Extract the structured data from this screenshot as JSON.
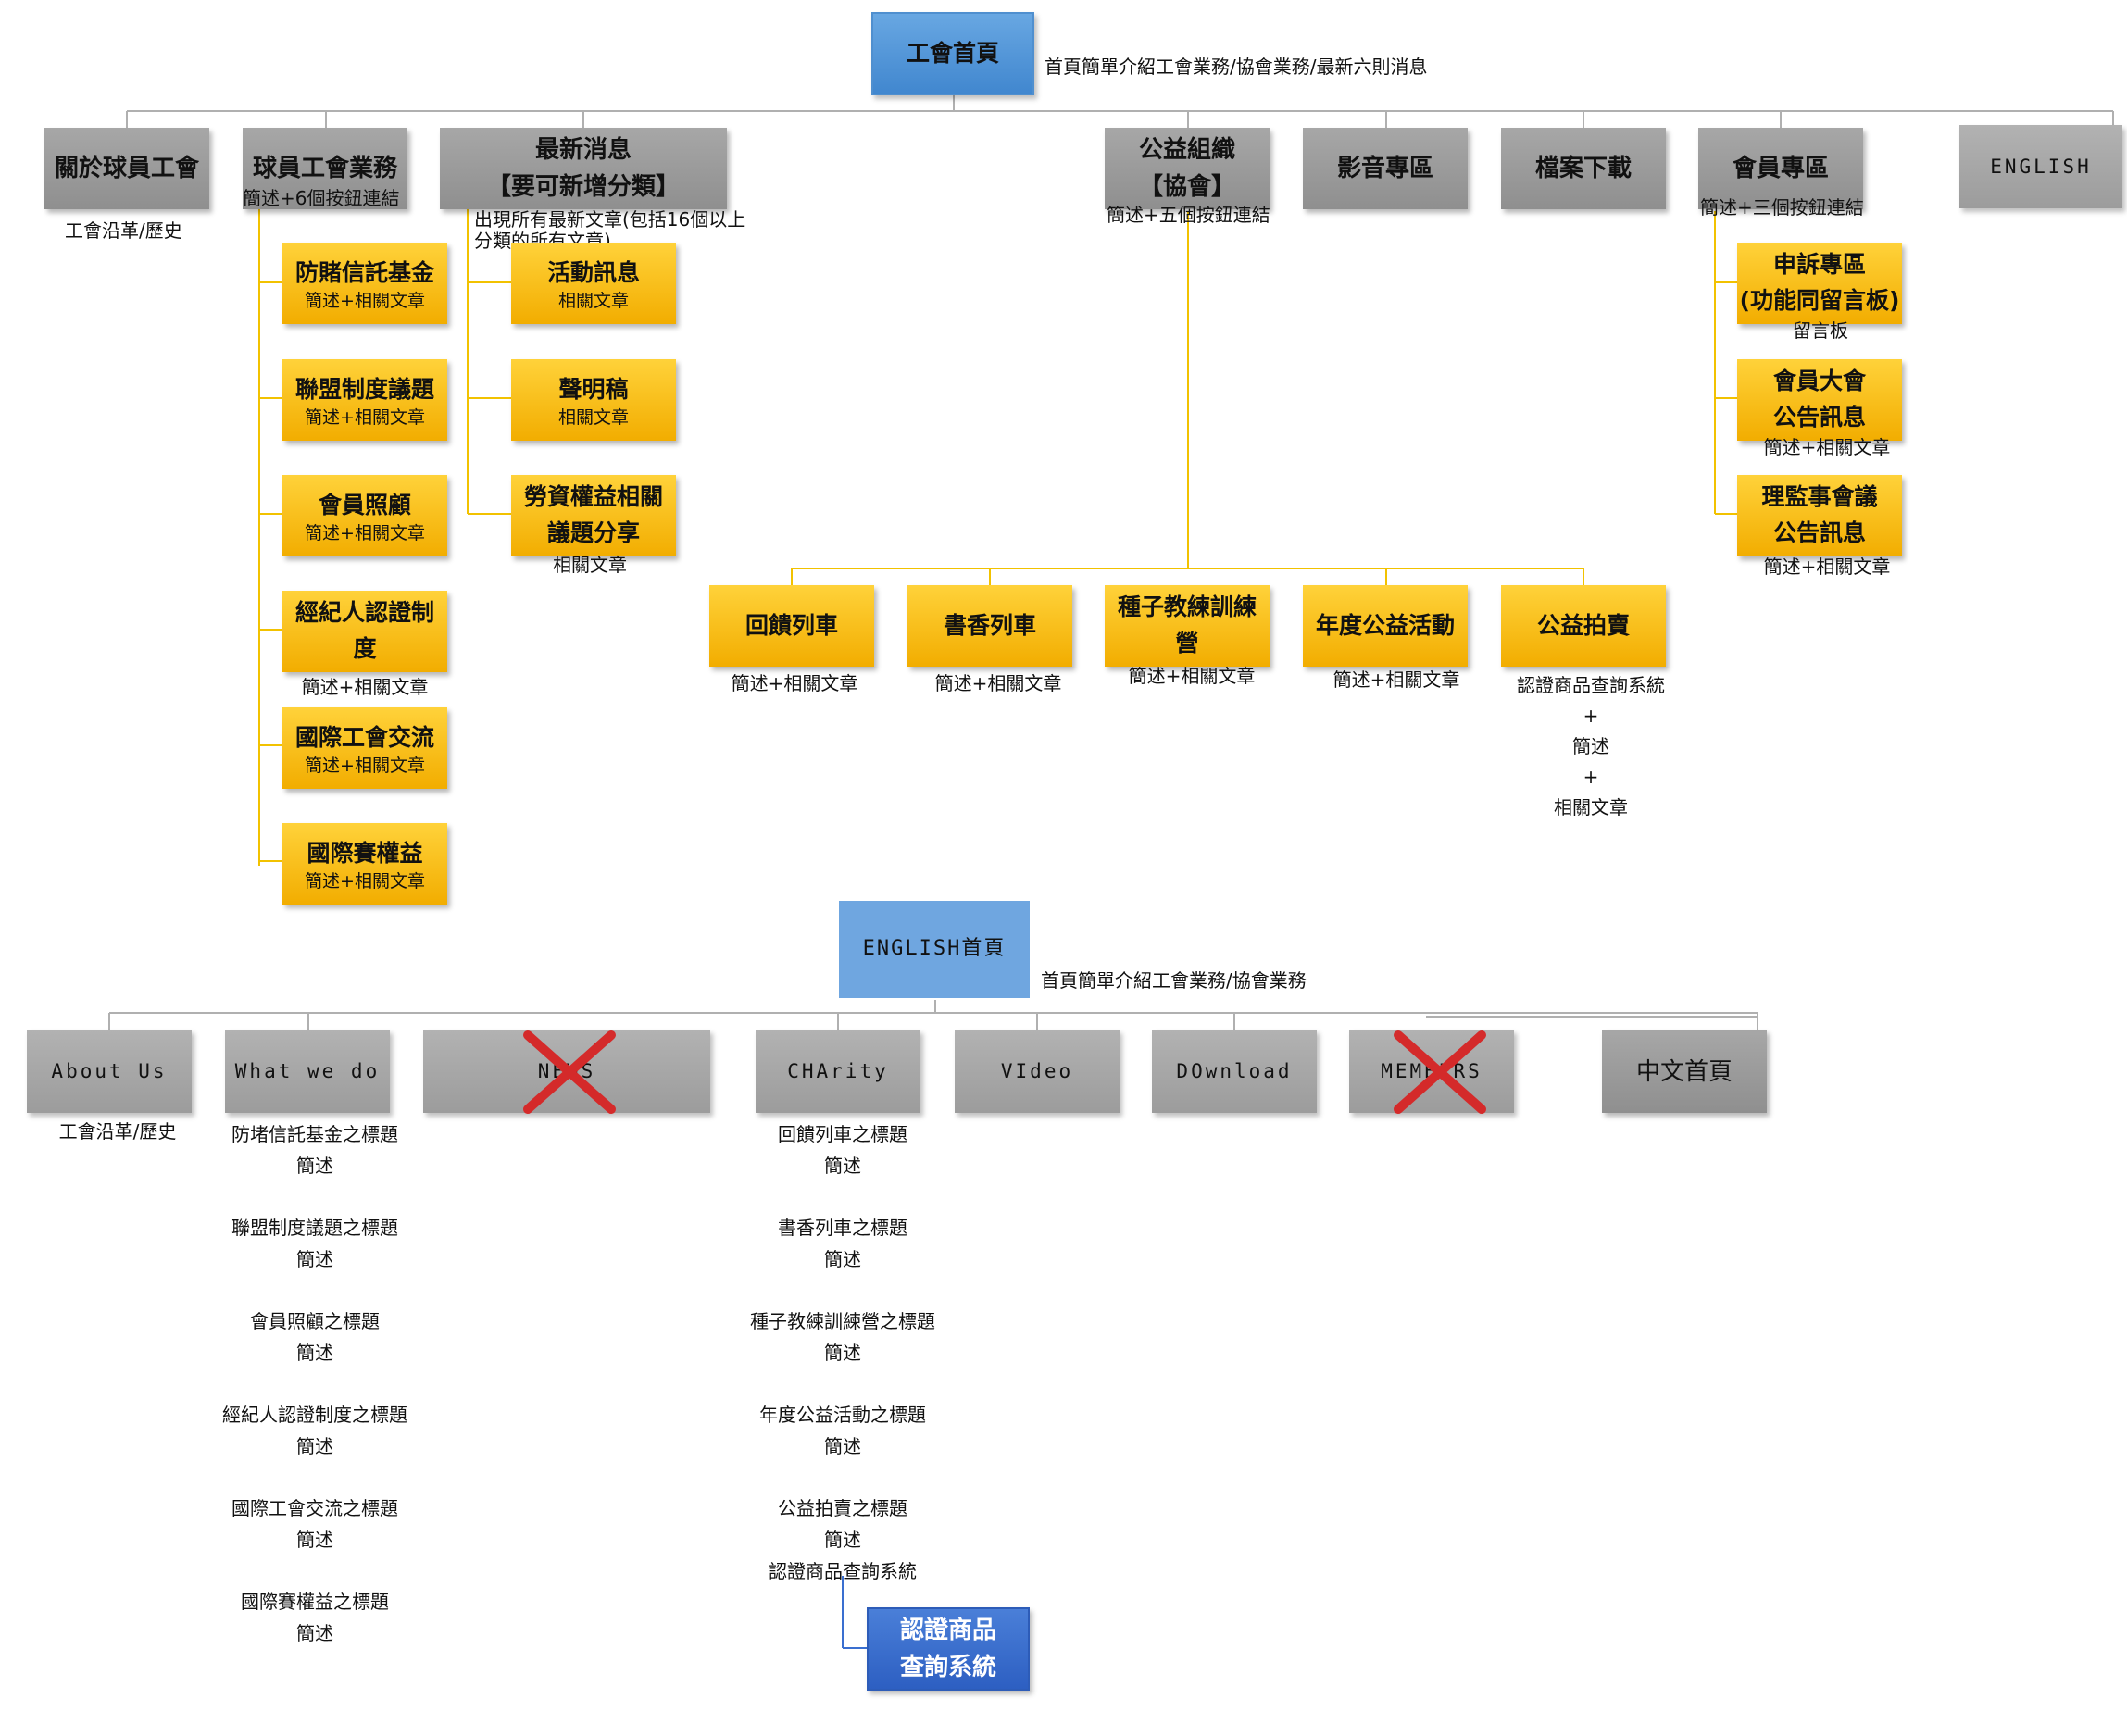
{
  "colors": {
    "connector_main": "#b0b0b0",
    "connector_branch": "#f2c200",
    "gray_box": "#9a9a9a",
    "yellow_box": "#f6bf12",
    "blue_box": "#5b9bd9",
    "dark_blue_box": "#3266c8",
    "cross": "#d42a2a"
  },
  "cn": {
    "home": {
      "label": "工會首頁",
      "note": "首頁簡單介紹工會業務/協會業務/最新六則消息"
    },
    "about": {
      "label": "關於球員工會",
      "note": "工會沿革/歷史"
    },
    "business": {
      "label": "球員工會業務",
      "note": "簡述+6個按鈕連結",
      "items": [
        {
          "label": "防賭信託基金",
          "sub": "簡述+相關文章"
        },
        {
          "label": "聯盟制度議題",
          "sub": "簡述+相關文章"
        },
        {
          "label": "會員照顧",
          "sub": "簡述+相關文章"
        },
        {
          "label": "經紀人認證制度",
          "sub": "簡述+相關文章"
        },
        {
          "label": "國際工會交流",
          "sub": "簡述+相關文章"
        },
        {
          "label": "國際賽權益",
          "sub": "簡述+相關文章"
        }
      ]
    },
    "news": {
      "label_line1": "最新消息",
      "label_line2": "【要可新增分類】",
      "note_line1": "出現所有最新文章(包括16個以上",
      "note_line2": "分類的所有文章)",
      "items": [
        {
          "label": "活動訊息",
          "sub": "相關文章"
        },
        {
          "label": "聲明稿",
          "sub": "相關文章"
        },
        {
          "label_line1": "勞資權益相關",
          "label_line2": "議題分享",
          "sub": "相關文章"
        }
      ]
    },
    "charity": {
      "label_line1": "公益組織",
      "label_line2": "【協會】",
      "note": "簡述+五個按鈕連結",
      "items": [
        {
          "label": "回饋列車",
          "sub": "簡述+相關文章"
        },
        {
          "label": "書香列車",
          "sub": "簡述+相關文章"
        },
        {
          "label_line1": "種子教練訓練",
          "label_line2": "營",
          "sub": "簡述+相關文章"
        },
        {
          "label": "年度公益活動",
          "sub": "簡述+相關文章"
        },
        {
          "label": "公益拍賣",
          "sub_lines": [
            "認證商品查詢系統",
            "+",
            "簡述",
            "+",
            "相關文章"
          ]
        }
      ]
    },
    "video": {
      "label": "影音專區"
    },
    "download": {
      "label": "檔案下載"
    },
    "members": {
      "label": "會員專區",
      "note": "簡述+三個按鈕連結",
      "items": [
        {
          "label_line1": "申訴專區",
          "label_line2": "(功能同留言板)",
          "sub": "留言板"
        },
        {
          "label_line1": "會員大會",
          "label_line2": "公告訊息",
          "sub": "簡述+相關文章"
        },
        {
          "label_line1": "理監事會議",
          "label_line2": "公告訊息",
          "sub": "簡述+相關文章"
        }
      ]
    },
    "english": {
      "label": "ENGLISH"
    }
  },
  "en": {
    "home": {
      "label": "ENGLISH首頁",
      "note": "首頁簡單介紹工會業務/協會業務"
    },
    "tabs": {
      "about": "About Us",
      "what": "What we do",
      "news": "NEWS",
      "charity": "CHArity",
      "video": "VIdeo",
      "download": "DOwnload",
      "members": "MEMBERS",
      "chinese": "中文首頁"
    },
    "about_note": "工會沿革/歷史",
    "what_items": [
      {
        "title": "防堵信託基金之標題",
        "desc": "簡述"
      },
      {
        "title": "聯盟制度議題之標題",
        "desc": "簡述"
      },
      {
        "title": "會員照顧之標題",
        "desc": "簡述"
      },
      {
        "title": "經紀人認證制度之標題",
        "desc": "簡述"
      },
      {
        "title": "國際工會交流之標題",
        "desc": "簡述"
      },
      {
        "title": "國際賽權益之標題",
        "desc": "簡述"
      }
    ],
    "charity_items": [
      {
        "title": "回饋列車之標題",
        "desc": "簡述"
      },
      {
        "title": "書香列車之標題",
        "desc": "簡述"
      },
      {
        "title": "種子教練訓練營之標題",
        "desc": "簡述"
      },
      {
        "title": "年度公益活動之標題",
        "desc": "簡述"
      },
      {
        "title": "公益拍賣之標題",
        "desc": "簡述",
        "extra": "認證商品查詢系統"
      }
    ],
    "verify_system": {
      "label_line1": "認證商品",
      "label_line2": "查詢系統"
    }
  }
}
